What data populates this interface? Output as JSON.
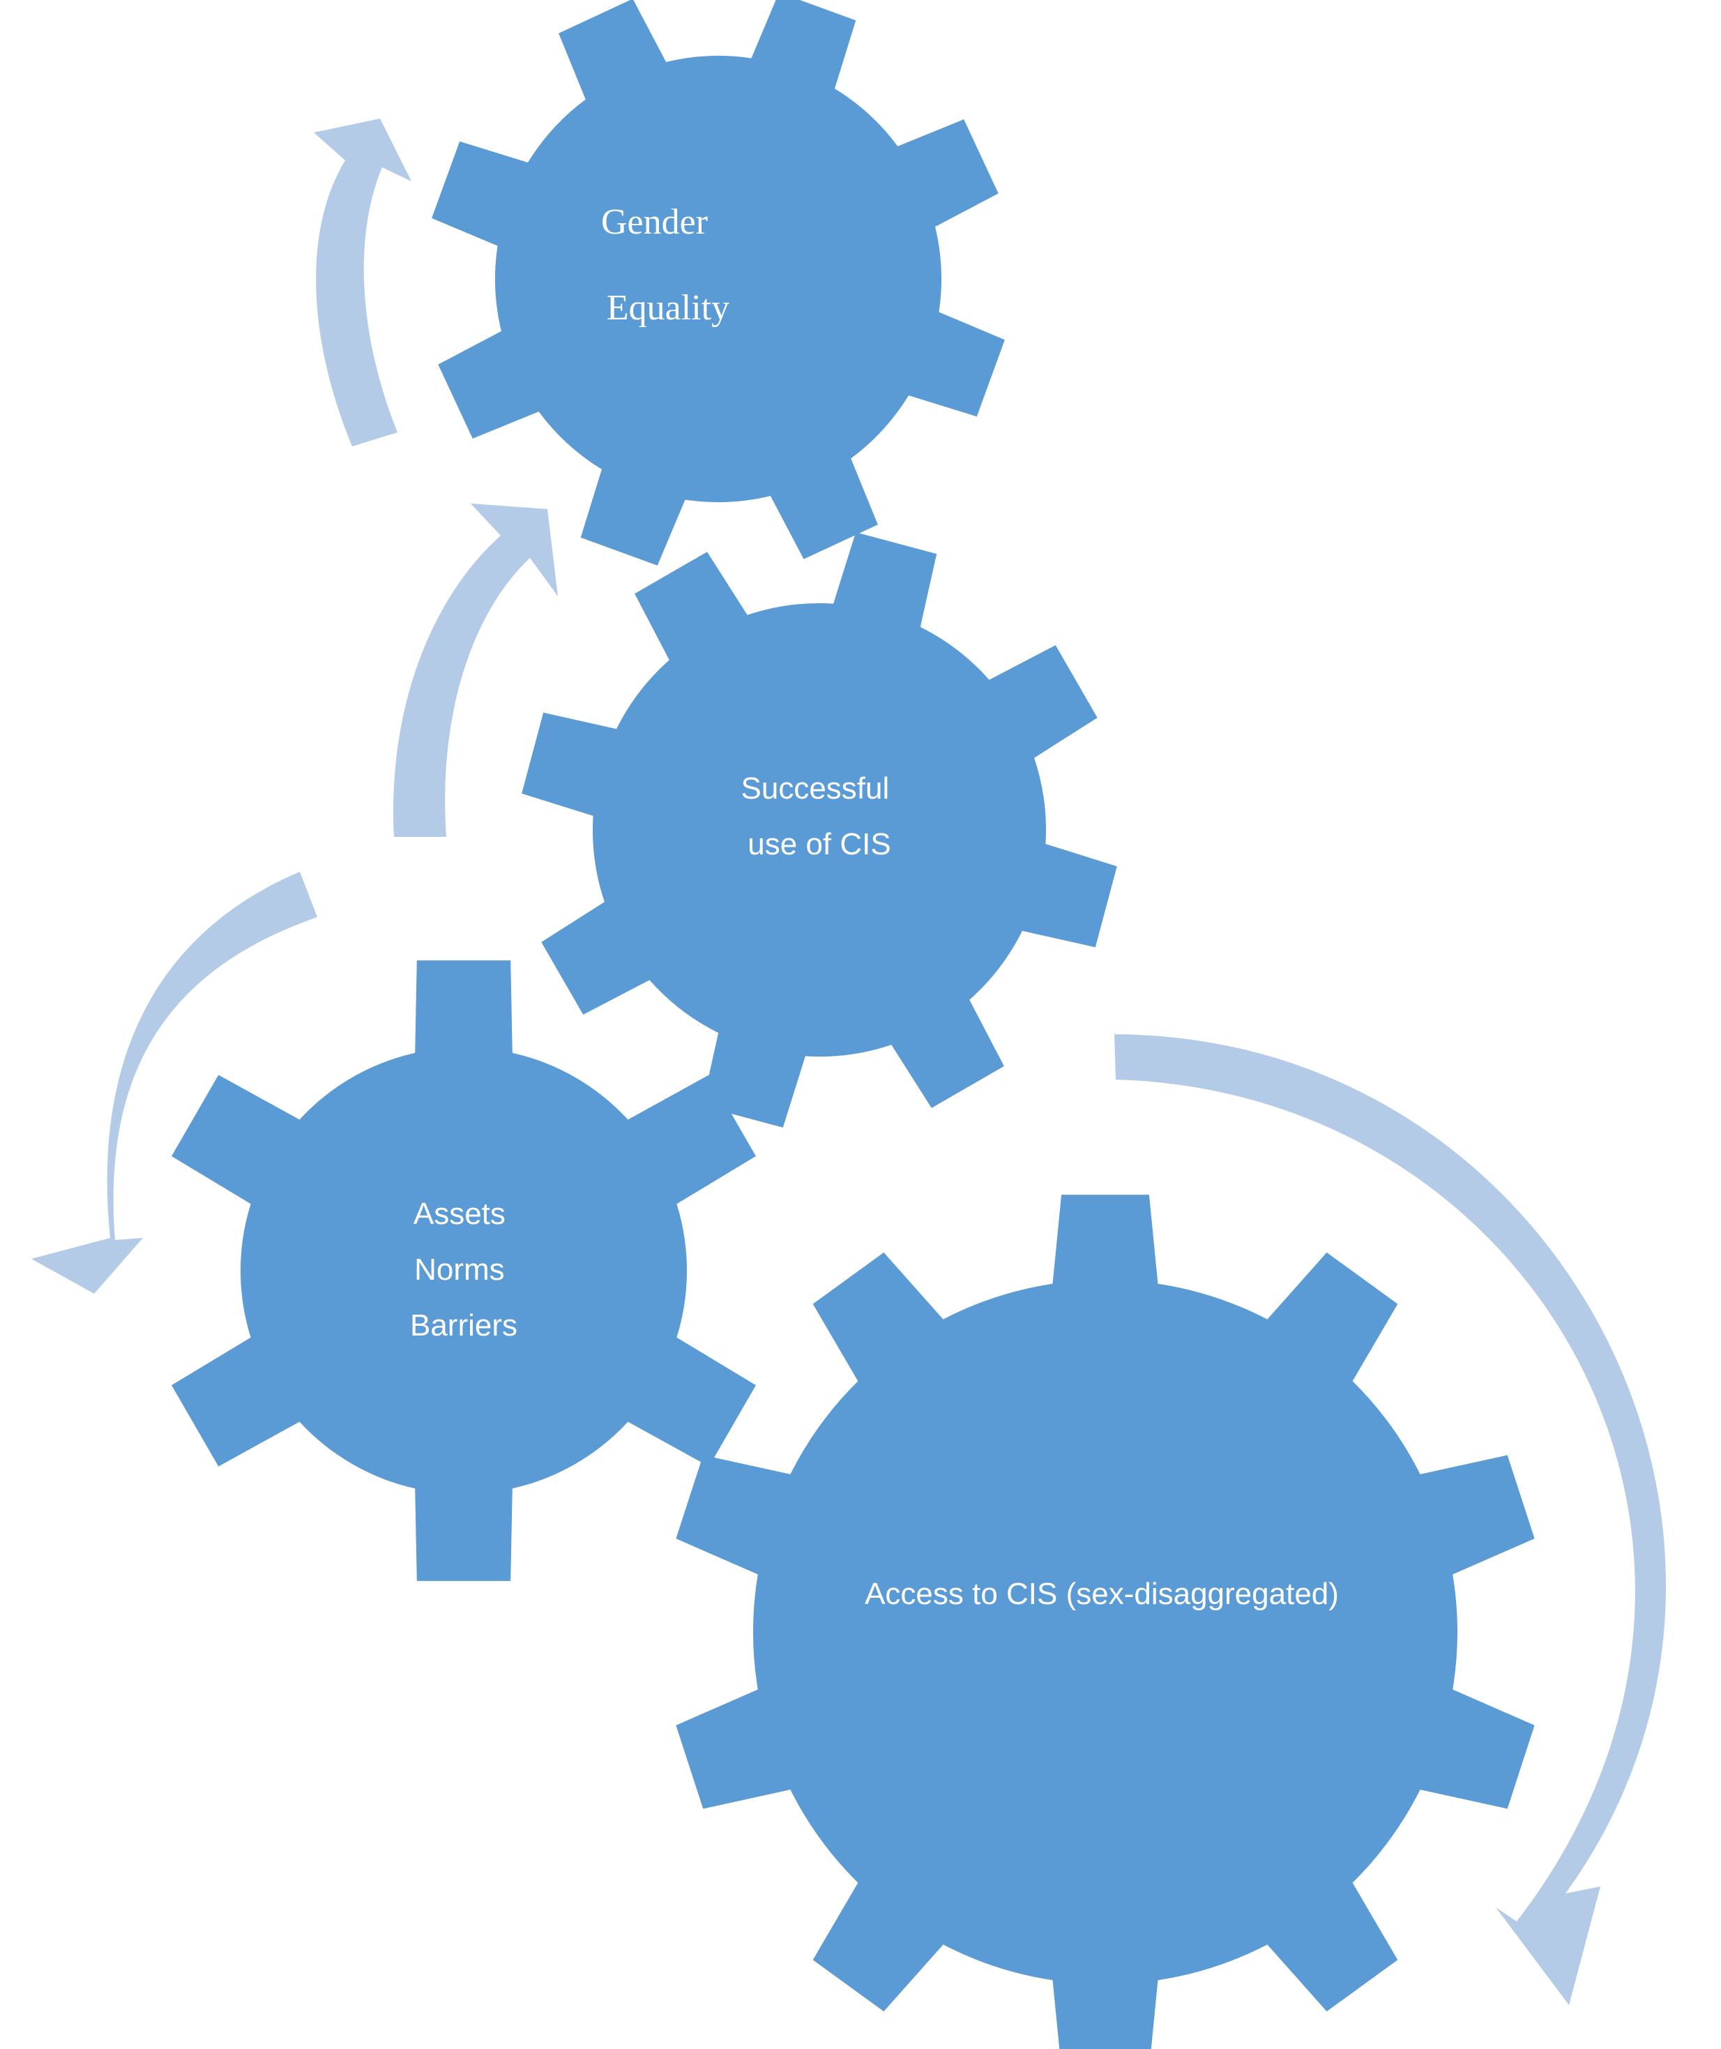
{
  "colors": {
    "gear": "#5b9bd5",
    "arrow": "#b4cbe8",
    "text": "#ffffff",
    "background": "#ffffff"
  },
  "gears": [
    {
      "id": "gender-equality",
      "lines": [
        "Gender",
        "Equality"
      ]
    },
    {
      "id": "successful-use",
      "lines": [
        "Successful",
        "use of CIS"
      ]
    },
    {
      "id": "assets-norms-barriers",
      "lines": [
        "Assets",
        "Norms",
        "Barriers"
      ]
    },
    {
      "id": "access-to-cis",
      "lines": [
        "Access to CIS (sex-disaggregated)"
      ]
    }
  ]
}
